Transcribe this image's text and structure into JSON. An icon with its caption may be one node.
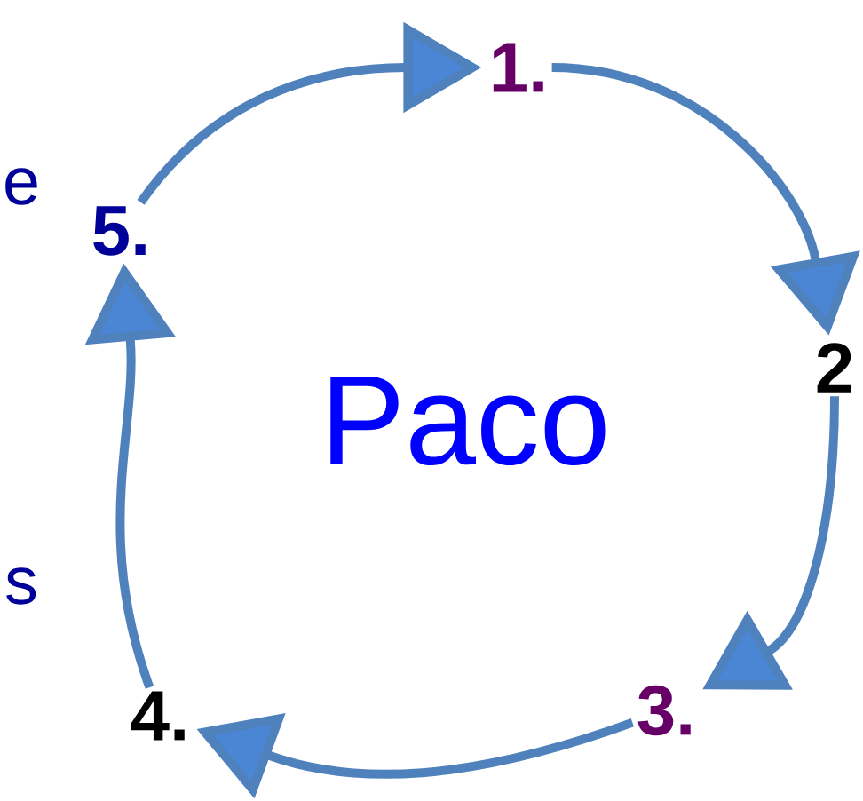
{
  "diagram": {
    "nodes": [
      {
        "text": [
          "1."
        ]
      },
      {
        "text": [
          "2"
        ]
      },
      {
        "text": [
          "3."
        ]
      },
      {
        "text": [
          "4."
        ]
      },
      {
        "text": [
          "5."
        ]
      },
      {
        "text": [
          "Paco"
        ]
      }
    ],
    "edges": [
      {
        "from": 4,
        "to": 0,
        "arrow": "to"
      },
      {
        "from": 0,
        "to": 1,
        "arrow": "to"
      },
      {
        "from": 1,
        "to": 2,
        "arrow": "to"
      },
      {
        "from": 2,
        "to": 3,
        "arrow": "to"
      },
      {
        "from": 3,
        "to": 4,
        "arrow": "to"
      }
    ],
    "labels": [
      "e",
      "s"
    ]
  }
}
